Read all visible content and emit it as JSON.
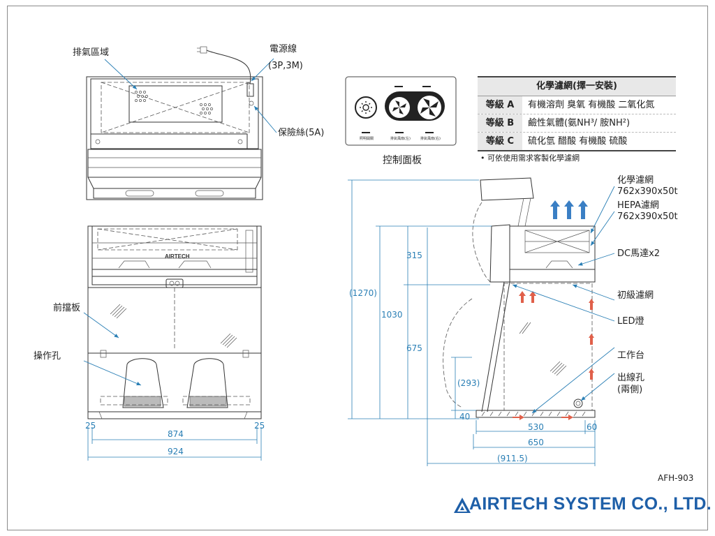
{
  "left_labels": {
    "exhaust_area": "排氣區域",
    "power_cord": "電源線",
    "power_cord_spec": "(3P,3M)",
    "fuse": "保險絲(5A)",
    "front_panel": "前擋板",
    "hand_hole": "操作孔",
    "front_logo": "AIRTECH"
  },
  "front_dims": {
    "left_margin": "25",
    "inner_width": "874",
    "right_margin": "25",
    "total_width": "924"
  },
  "control_panel": {
    "caption": "控制面板",
    "btn1_label": "照明開關",
    "btn2_label": "排氣風扇(左)",
    "btn3_label": "排氣風扇(右)"
  },
  "filter_table": {
    "header": "化學濾網(擇一安裝)",
    "rows": [
      {
        "grade": "等級 A",
        "content": "有機溶劑  臭氧  有機酸  二氧化氮"
      },
      {
        "grade": "等級 B",
        "content": "鹼性氣體(氨NH³/ 胺NH²)"
      },
      {
        "grade": "等級 C",
        "content": "硫化氫  醋酸  有機酸  硫酸"
      }
    ],
    "note": "• 可依使用需求客製化學濾網"
  },
  "side_labels": {
    "chem_filter": "化學濾網",
    "chem_filter_size": "762x390x50t",
    "hepa_filter": "HEPA濾網",
    "hepa_filter_size": "762x390x50t",
    "dc_motor": "DC馬達x2",
    "pre_filter": "初級濾網",
    "led": "LED燈",
    "worktable": "工作台",
    "cable_hole": "出線孔",
    "cable_hole_note": "(兩側)"
  },
  "side_dims": {
    "total_height": "(1270)",
    "body_height": "1030",
    "top_section": "315",
    "bottom_section": "675",
    "opening": "(293)",
    "base": "40",
    "work_depth": "530",
    "rear_depth": "60",
    "body_depth": "650",
    "total_depth": "(911.5)"
  },
  "model": "AFH-903",
  "company": "AIRTECH SYSTEM CO., LTD.",
  "colors": {
    "dimension": "#2a7fb5",
    "airflow_blue": "#3a7fc4",
    "airflow_red": "#e0604a",
    "company": "#1e5fa8"
  }
}
